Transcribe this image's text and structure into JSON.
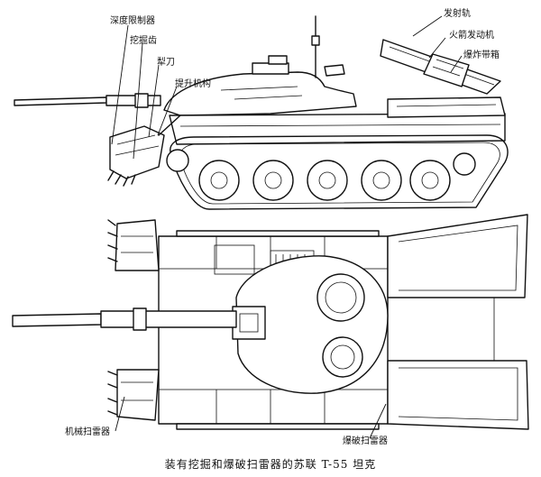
{
  "labels": {
    "depth_limiter": "深度限制器",
    "digging_teeth": "挖掘齿",
    "plow_blade": "犁刀",
    "lifting_mechanism": "提升机构",
    "launch_rail": "发射轨",
    "rocket_motor": "火箭发动机",
    "explosive_charge_box": "爆炸带箱",
    "mechanical_mine_plow": "机械扫雷器",
    "explosive_mine_clearer": "爆破扫雷器"
  },
  "caption": "装有挖掘和爆破扫雷器的苏联 T-55 坦克"
}
